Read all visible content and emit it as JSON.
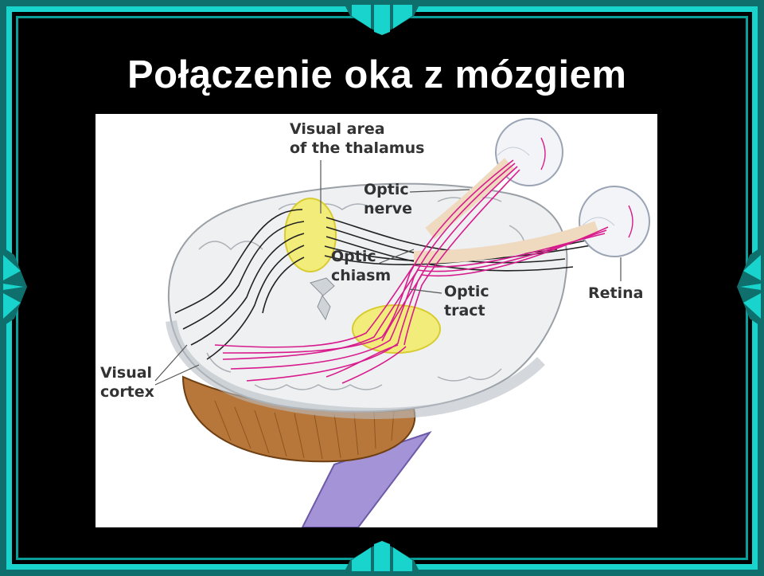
{
  "slide": {
    "title": "Połączenie oka z mózgiem"
  },
  "diagram": {
    "labels": {
      "visual_area_line1": "Visual area",
      "visual_area_line2": "of the thalamus",
      "optic_nerve_line1": "Optic",
      "optic_nerve_line2": "nerve",
      "optic_chiasm_line1": "Optic",
      "optic_chiasm_line2": "chiasm",
      "optic_tract_line1": "Optic",
      "optic_tract_line2": "tract",
      "retina": "Retina",
      "visual_cortex_line1": "Visual",
      "visual_cortex_line2": "cortex"
    },
    "colors": {
      "frame_dark": "#0e6f6c",
      "frame_bright": "#18d4cc",
      "fibers": "#d81b8c",
      "thalamus": "#f2ec7a",
      "brain": "#eef0f2",
      "cerebellum": "#b06a2a",
      "brainstem": "#9f8fd0"
    }
  }
}
